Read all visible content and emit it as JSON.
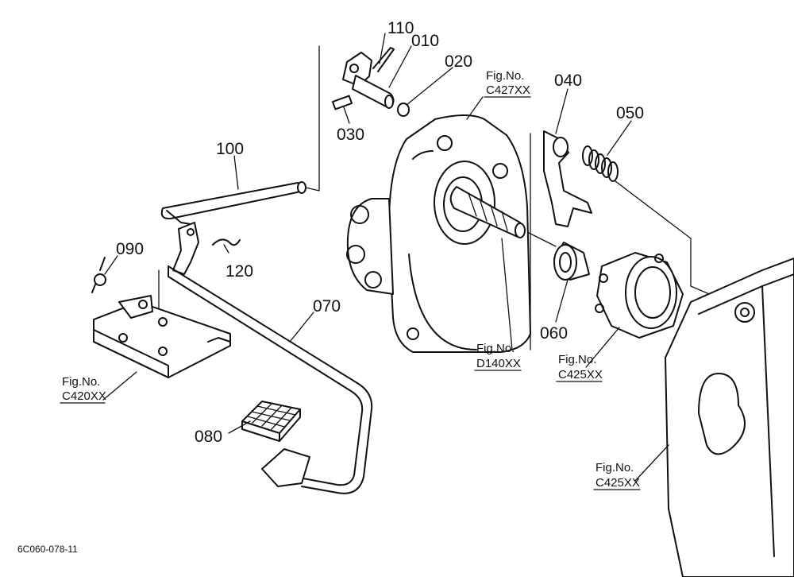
{
  "parts": [
    {
      "id": "p110",
      "number": "110"
    },
    {
      "id": "p010",
      "number": "010"
    },
    {
      "id": "p020",
      "number": "020"
    },
    {
      "id": "p030",
      "number": "030"
    },
    {
      "id": "p040",
      "number": "040"
    },
    {
      "id": "p050",
      "number": "050"
    },
    {
      "id": "p060",
      "number": "060"
    },
    {
      "id": "p070",
      "number": "070"
    },
    {
      "id": "p080",
      "number": "080"
    },
    {
      "id": "p090",
      "number": "090"
    },
    {
      "id": "p100",
      "number": "100"
    },
    {
      "id": "p120",
      "number": "120"
    }
  ],
  "figure_refs": [
    {
      "id": "ref1",
      "label": "Fig.No.",
      "code": "C427XX"
    },
    {
      "id": "ref2",
      "label": "Fig.No.",
      "code": "D140XX"
    },
    {
      "id": "ref3",
      "label": "Fig.No.",
      "code": "C425XX"
    },
    {
      "id": "ref4",
      "label": "Fig.No.",
      "code": "C420XX"
    },
    {
      "id": "ref5",
      "label": "Fig.No.",
      "code": "C425XX"
    }
  ],
  "diagram_code": "6C060-078-11"
}
